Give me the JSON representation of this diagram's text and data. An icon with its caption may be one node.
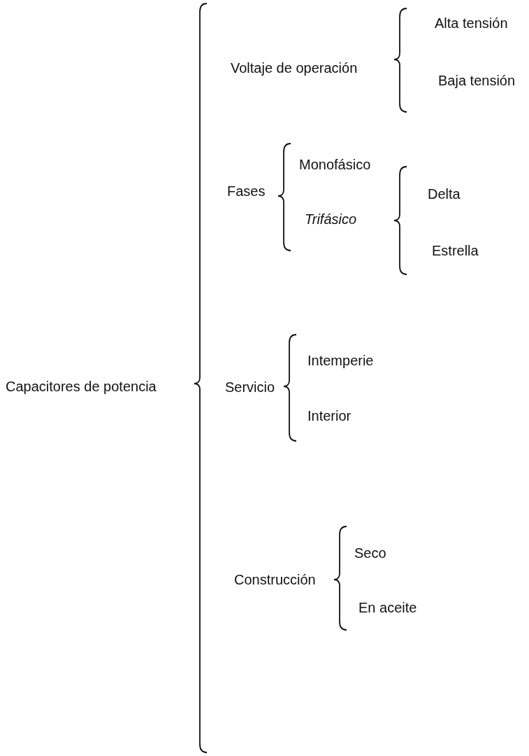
{
  "diagram": {
    "nodes": [
      {
        "text": [
          "Capacitores de potencia"
        ]
      },
      {
        "text": [
          "Voltaje de operación"
        ]
      },
      {
        "text": [
          "Alta tensión"
        ]
      },
      {
        "text": [
          "Baja tensión"
        ]
      },
      {
        "text": [
          "Fases"
        ]
      },
      {
        "text": [
          "Monofásico"
        ]
      },
      {
        "text": [
          "Trifásico"
        ]
      },
      {
        "text": [
          "Delta"
        ]
      },
      {
        "text": [
          "Estrella"
        ]
      },
      {
        "text": [
          "Servicio"
        ]
      },
      {
        "text": [
          "Intemperie"
        ]
      },
      {
        "text": [
          "Interior"
        ]
      },
      {
        "text": [
          "Construcción"
        ]
      },
      {
        "text": [
          "Seco"
        ]
      },
      {
        "text": [
          "En aceite"
        ]
      }
    ]
  }
}
